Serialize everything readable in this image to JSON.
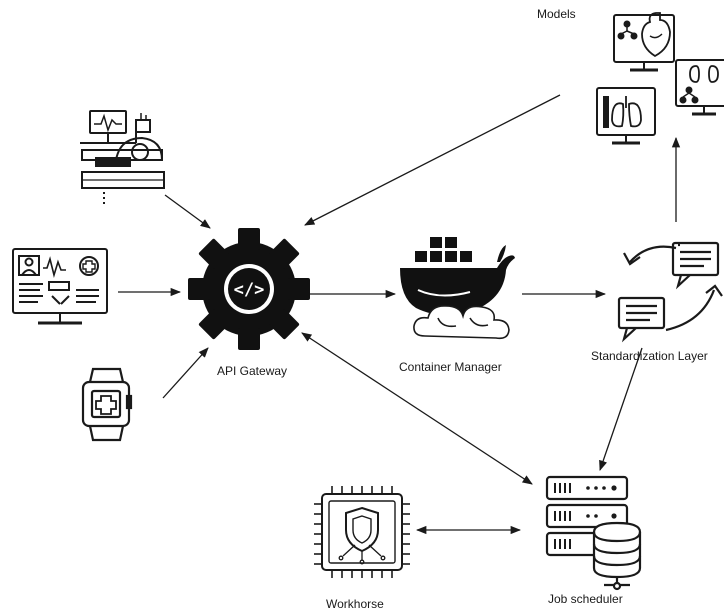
{
  "labels": {
    "models": "Models",
    "api_gateway": "API Gateway",
    "container_manager": "Container Manager",
    "standardization_layer": "Standardization Layer",
    "job_scheduler": "Job scheduler",
    "workhorse": "Workhorse"
  },
  "gateway_symbol": "</>",
  "icons": {
    "imaging_scanner": "mri-scanner-icon",
    "health_monitor": "health-dashboard-monitor-icon",
    "smartwatch": "medical-smartwatch-icon",
    "api_gateway": "gear-code-icon",
    "container_manager": "docker-whale-icon",
    "standardization": "chat-cycle-icon",
    "models": [
      "heart-model-monitor-icon",
      "kidney-model-monitor-icon",
      "lung-model-monitor-icon"
    ],
    "job_scheduler": "server-database-icon",
    "workhorse": "chip-shield-icon"
  },
  "colors": {
    "stroke": "#1a1a1a",
    "fill": "#111111",
    "background": "#ffffff"
  }
}
